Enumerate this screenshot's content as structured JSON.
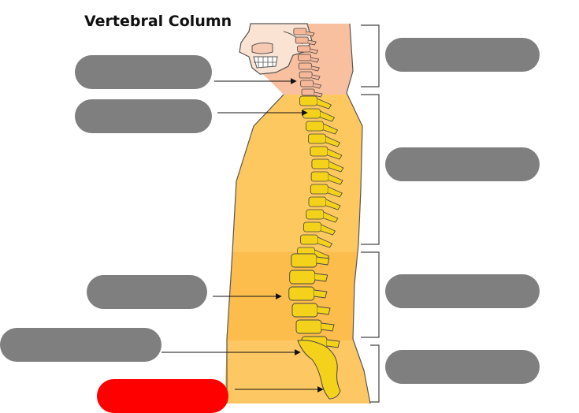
{
  "diagram": {
    "title": "Vertebral Column",
    "colors": {
      "label_box": "#7f7f7f",
      "highlight_box": "#ff0000",
      "cervical_skin": "#f9c0a0",
      "thoracic_skin": "#fdc85f",
      "lumbar_skin": "#fcbd4c",
      "sacral_skin": "#fdc863",
      "vertebra_cervical": "#f7b89a",
      "vertebra": "#f4d21c",
      "outline": "#444444"
    },
    "label_boxes": [
      {
        "name": "left-label-1",
        "text": ""
      },
      {
        "name": "left-label-2",
        "text": ""
      },
      {
        "name": "left-label-3",
        "text": ""
      },
      {
        "name": "left-label-4",
        "text": ""
      },
      {
        "name": "left-label-5-highlighted",
        "text": ""
      },
      {
        "name": "right-label-cervical",
        "text": ""
      },
      {
        "name": "right-label-thoracic",
        "text": ""
      },
      {
        "name": "right-label-lumbar",
        "text": ""
      },
      {
        "name": "right-label-sacral",
        "text": ""
      }
    ],
    "icons": [
      "skull-icon",
      "spine-icon",
      "bracket-icon",
      "arrow-icon"
    ]
  }
}
